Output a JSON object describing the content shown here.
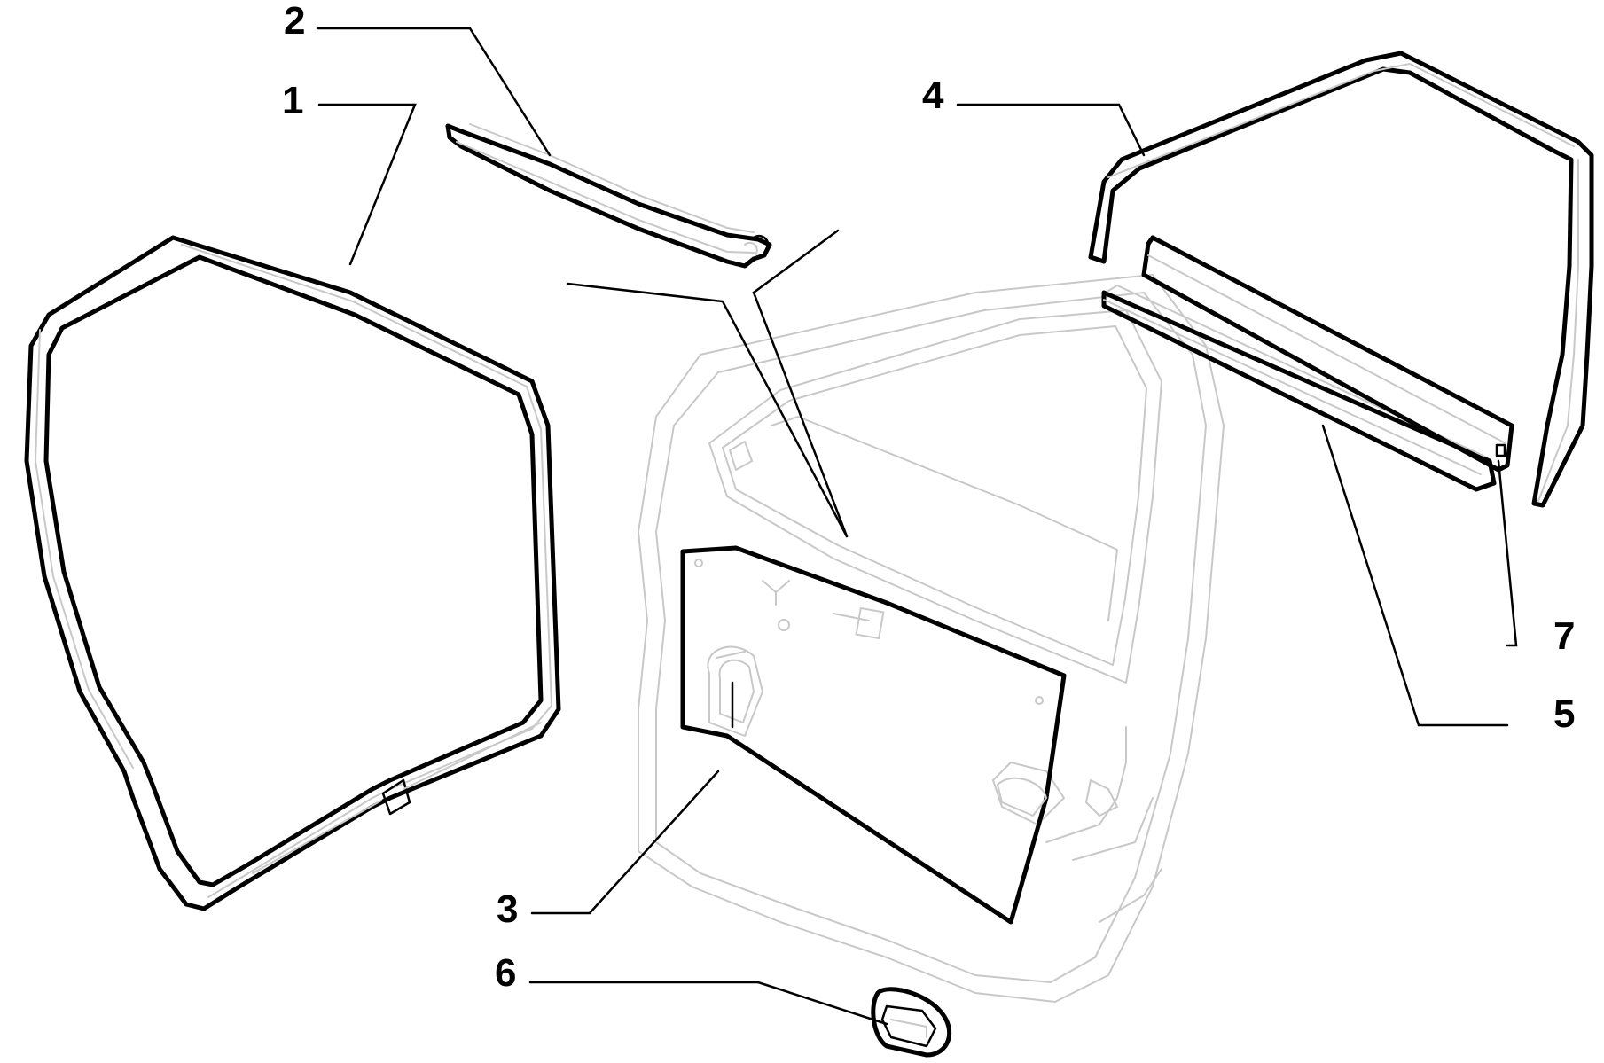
{
  "diagram": {
    "callouts": [
      {
        "id": "1",
        "label": "1"
      },
      {
        "id": "2",
        "label": "2"
      },
      {
        "id": "3",
        "label": "3"
      },
      {
        "id": "4",
        "label": "4"
      },
      {
        "id": "5",
        "label": "5"
      },
      {
        "id": "6",
        "label": "6"
      },
      {
        "id": "7",
        "label": "7"
      }
    ],
    "colors": {
      "ink": "#000000",
      "ghost_outline": "#c8c8c8",
      "background": "#ffffff"
    }
  }
}
